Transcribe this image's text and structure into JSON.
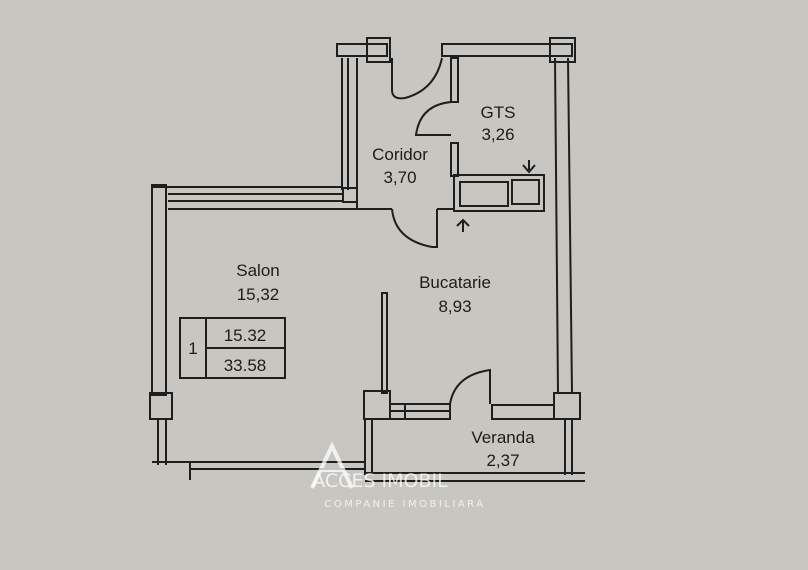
{
  "rooms": [
    {
      "name": "Salon",
      "area": "15,32"
    },
    {
      "name": "Coridor",
      "area": "3,70"
    },
    {
      "name": "GTS",
      "area": "3,26"
    },
    {
      "name": "Bucatarie",
      "area": "8,93"
    },
    {
      "name": "Veranda",
      "area": "2,37"
    }
  ],
  "unit_box": {
    "number": "1",
    "living_area": "15.32",
    "total_area": "33.58"
  },
  "watermark": {
    "brand": "ACCES IMOBIL",
    "tagline": "COMPANIE IMOBILIARA"
  },
  "colors": {
    "paper": "#c8c6c1",
    "ink": "#1e1e1e"
  }
}
